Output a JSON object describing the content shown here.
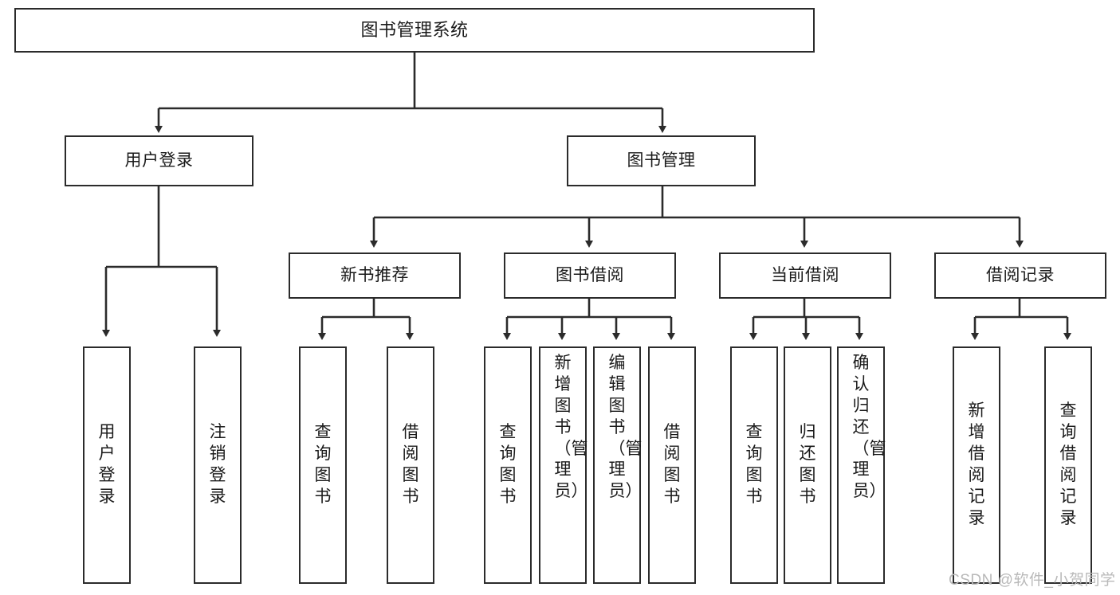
{
  "diagram": {
    "type": "tree",
    "title": "图书管理系统",
    "root": {
      "id": "root",
      "label": "图书管理系统"
    },
    "level1": [
      {
        "id": "user-login",
        "label": "用户登录"
      },
      {
        "id": "book-manage",
        "label": "图书管理"
      }
    ],
    "level2": [
      {
        "id": "new-book-recommend",
        "label": "新书推荐",
        "parent": "book-manage"
      },
      {
        "id": "book-borrow",
        "label": "图书借阅",
        "parent": "book-manage"
      },
      {
        "id": "current-borrow",
        "label": "当前借阅",
        "parent": "book-manage"
      },
      {
        "id": "borrow-record",
        "label": "借阅记录",
        "parent": "book-manage"
      }
    ],
    "leaves": [
      {
        "id": "leaf-user-login",
        "label": "用户登录",
        "parent": "user-login"
      },
      {
        "id": "leaf-user-logout",
        "label": "注销登录",
        "parent": "user-login"
      },
      {
        "id": "leaf-query-book-1",
        "label": "查询图书",
        "parent": "new-book-recommend"
      },
      {
        "id": "leaf-borrow-book-1",
        "label": "借阅图书",
        "parent": "new-book-recommend"
      },
      {
        "id": "leaf-query-book-2",
        "label": "查询图书",
        "parent": "book-borrow"
      },
      {
        "id": "leaf-add-book",
        "label": "新增图书（管理员）",
        "parent": "book-borrow"
      },
      {
        "id": "leaf-edit-book",
        "label": "编辑图书（管理员）",
        "parent": "book-borrow"
      },
      {
        "id": "leaf-borrow-book-2",
        "label": "借阅图书",
        "parent": "book-borrow"
      },
      {
        "id": "leaf-query-book-3",
        "label": "查询图书",
        "parent": "current-borrow"
      },
      {
        "id": "leaf-return-book",
        "label": "归还图书",
        "parent": "current-borrow"
      },
      {
        "id": "leaf-confirm-return",
        "label": "确认归还（管理员）",
        "parent": "current-borrow"
      },
      {
        "id": "leaf-add-record",
        "label": "新增借阅记录",
        "parent": "borrow-record"
      },
      {
        "id": "leaf-query-record",
        "label": "查询借阅记录",
        "parent": "borrow-record"
      }
    ],
    "colors": {
      "node_border": "#2b2b2b",
      "node_fill": "#ffffff",
      "edge": "#2b2b2b",
      "text": "#1a1a1a",
      "watermark": "#b9b9b9",
      "background": "#ffffff"
    }
  },
  "watermark": {
    "text": "CSDN @软件_小贺同学"
  }
}
